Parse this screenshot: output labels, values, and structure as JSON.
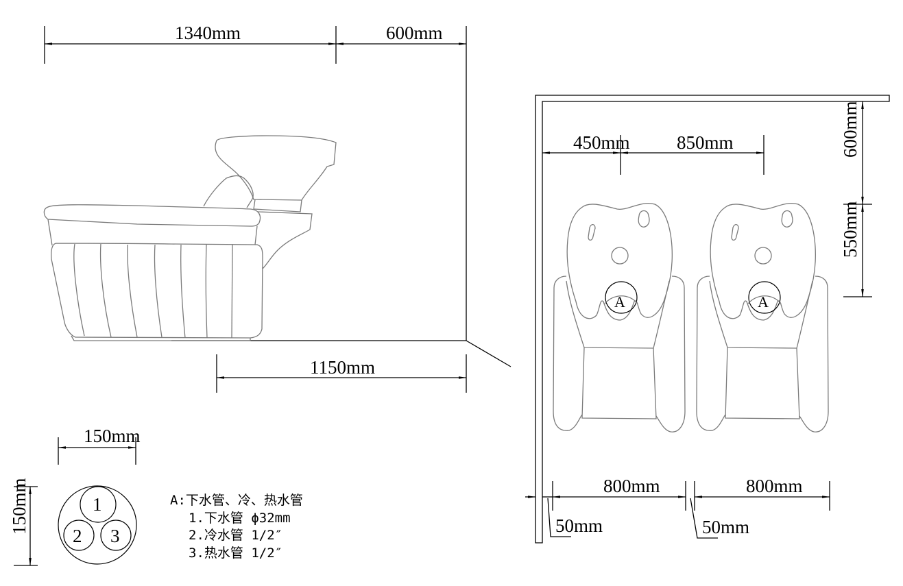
{
  "drawing": {
    "type": "CAD plan - salon shampoo chair installation dimensions",
    "side_view": {
      "dimensions": {
        "chair_length": "1340mm",
        "wall_clearance": "600mm",
        "floor_to_wall": "1150mm"
      }
    },
    "plan_view": {
      "dimensions": {
        "wall_to_drain_center": "450mm",
        "drain_center_spacing": "850mm",
        "wall_to_drain_depth": "600mm",
        "drain_to_chair": "550mm",
        "chair_width_1": "800mm",
        "chair_width_2": "800mm",
        "wall_gap": "50mm",
        "chair_gap": "50mm"
      },
      "markers": [
        "A",
        "A"
      ]
    },
    "pipe_detail": {
      "width": "150mm",
      "height": "150mm",
      "circles": [
        "1",
        "2",
        "3"
      ]
    },
    "legend": {
      "title": "A:下水管、冷、热水管",
      "items": [
        "1.下水管  ϕ32mm",
        "2.冷水管 1/2″",
        "3.热水管 1/2″"
      ]
    }
  }
}
